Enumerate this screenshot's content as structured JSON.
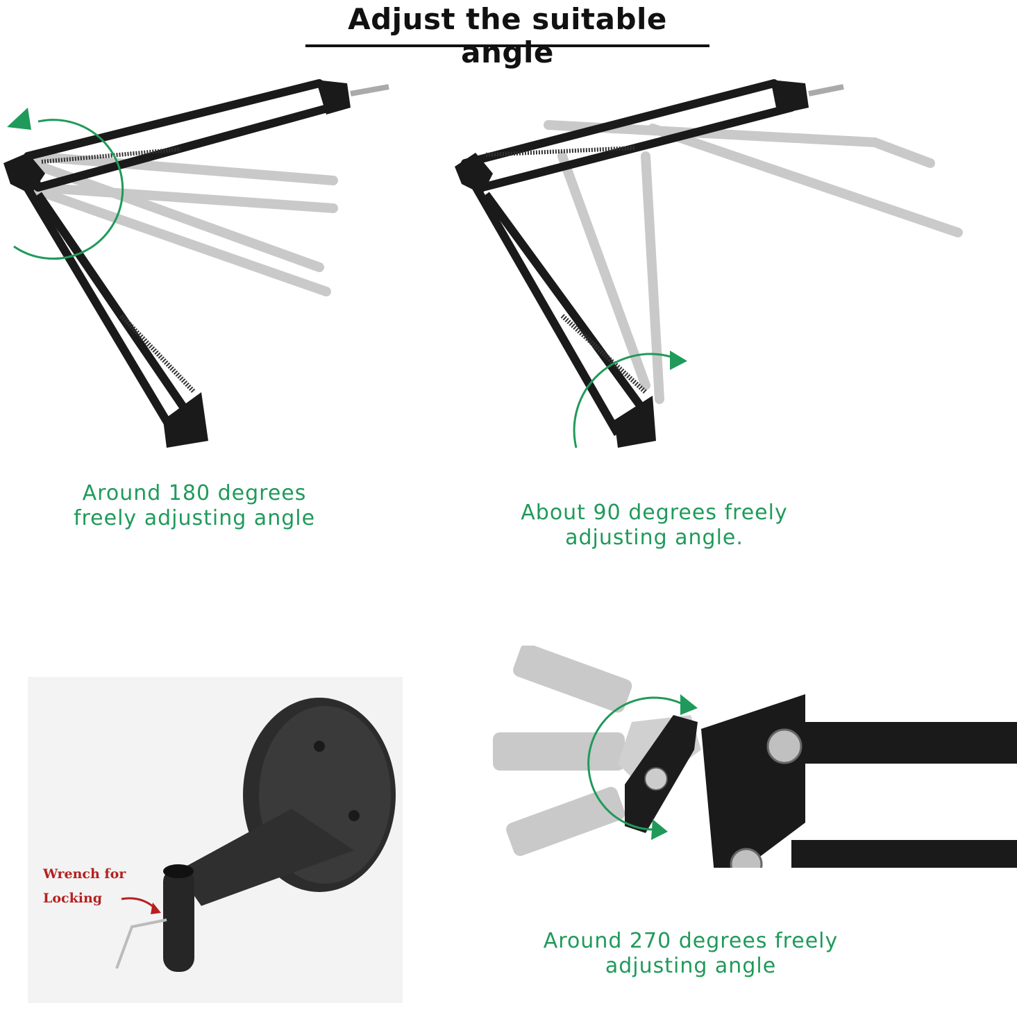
{
  "header": {
    "title": "Adjust the suitable angle"
  },
  "captions": {
    "deg180": {
      "line1": "Around 180 degrees",
      "line2": "freely adjusting angle"
    },
    "deg90": {
      "line1": "About 90 degrees freely",
      "line2": "adjusting angle."
    },
    "deg270": {
      "line1": "Around 270 degrees freely",
      "line2": "adjusting angle"
    }
  },
  "wrench": {
    "line1": "Wrench for",
    "line2": "Locking"
  },
  "colors": {
    "accent": "#1f9a5a",
    "arm": "#1a1a1a",
    "ghost": "#b8b8b8",
    "label_red": "#b52020"
  },
  "icons": [
    "rotation-arrow-icon",
    "boom-arm-icon",
    "clamp-base-icon",
    "screw-mount-icon"
  ]
}
